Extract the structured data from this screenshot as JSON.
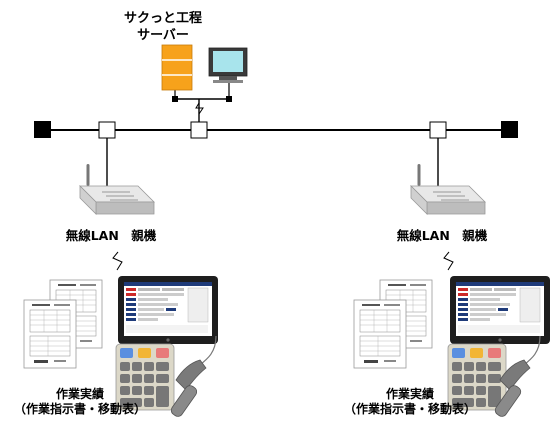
{
  "server": {
    "label_line1": "サクっと工程",
    "label_line2": "サーバー"
  },
  "access_points": [
    {
      "label": "無線LAN　親機"
    },
    {
      "label": "無線LAN　親機"
    }
  ],
  "work_sites": [
    {
      "title": "作業実績",
      "subtitle": "（作業指示書・移動表）"
    },
    {
      "title": "作業実績",
      "subtitle": "（作業指示書・移動表）"
    }
  ],
  "colors": {
    "server_body": "#f7a21b",
    "network_line": "#000000",
    "node_fill": "#ffffff",
    "terminator_fill": "#000000",
    "monitor_screen": "#a8e4ec",
    "keypad_body": "#dcd8c8"
  }
}
